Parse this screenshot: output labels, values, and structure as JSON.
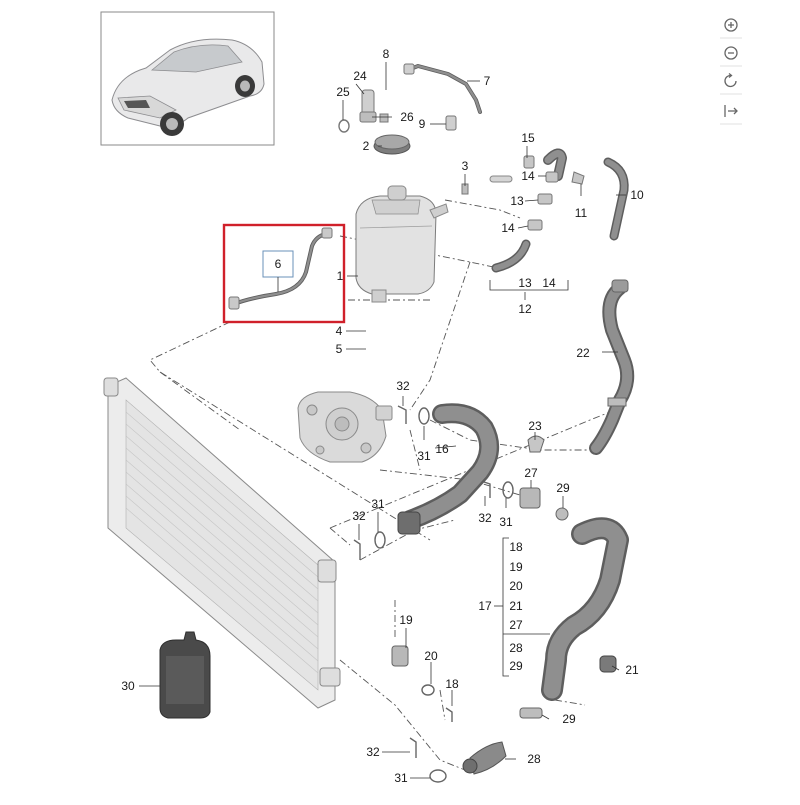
{
  "callouts": {
    "c1": "1",
    "c2": "2",
    "c3": "3",
    "c4": "4",
    "c5": "5",
    "c6": "6",
    "c7": "7",
    "c8": "8",
    "c9": "9",
    "c10": "10",
    "c11": "11",
    "c12": "12",
    "c13a": "13",
    "c13b": "13",
    "c14a": "14",
    "c14b": "14",
    "c14c": "14",
    "c15": "15",
    "c16": "16",
    "c17": "17",
    "c18a": "18",
    "c18b": "18",
    "c19a": "19",
    "c19b": "19",
    "c20a": "20",
    "c20b": "20",
    "c21a": "21",
    "c21b": "21",
    "c22": "22",
    "c23": "23",
    "c24": "24",
    "c25": "25",
    "c26": "26",
    "c27a": "27",
    "c27b": "27",
    "c28a": "28",
    "c28b": "28",
    "c29a": "29",
    "c29b": "29",
    "c29c": "29",
    "c30": "30",
    "c31a": "31",
    "c31b": "31",
    "c31c": "31",
    "c31d": "31",
    "c32a": "32",
    "c32b": "32",
    "c32c": "32",
    "c32d": "32"
  },
  "highlight": {
    "color": "#d0202a"
  },
  "tools": [
    {
      "name": "zoom-in-icon"
    },
    {
      "name": "zoom-out-icon"
    },
    {
      "name": "reset-view-icon"
    },
    {
      "name": "fit-view-icon"
    }
  ]
}
